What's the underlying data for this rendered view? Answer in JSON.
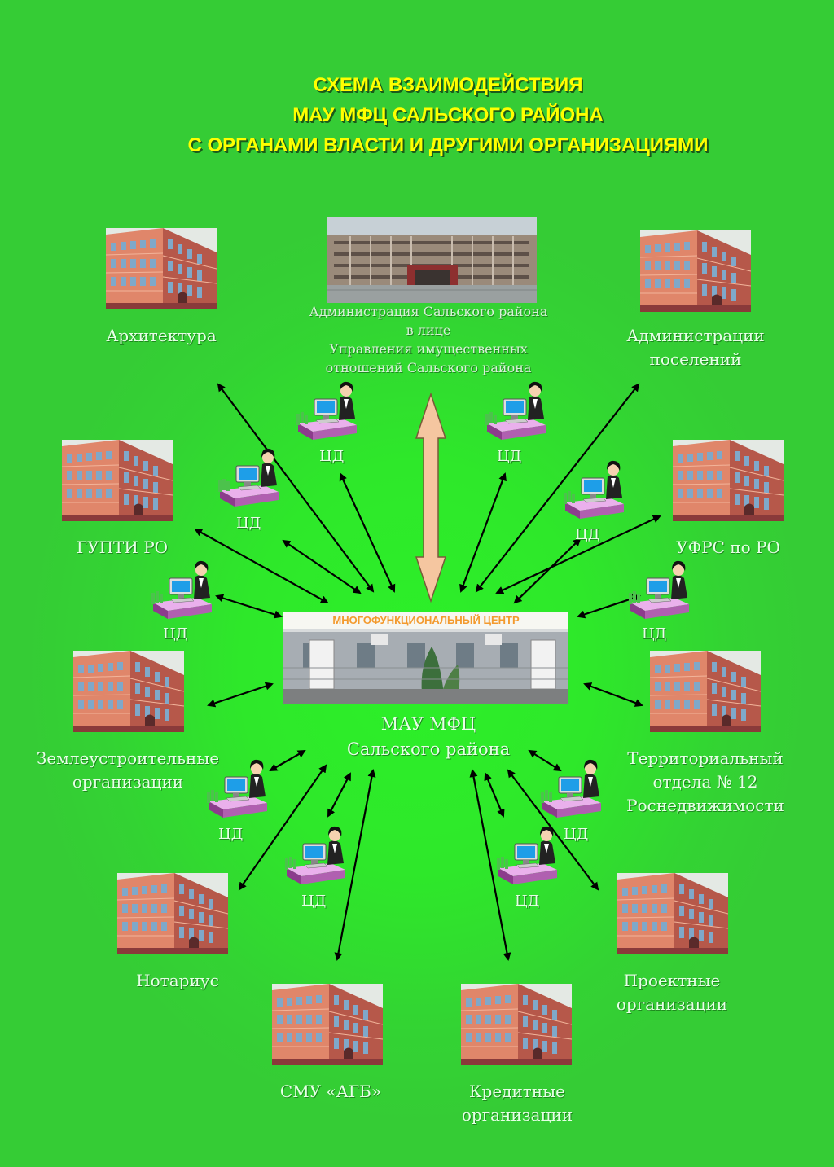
{
  "title": {
    "line1": "СХЕМА ВЗАИМОДЕЙСТВИЯ",
    "line2": "МАУ МФЦ САЛЬСКОГО РАЙОНА",
    "line3": "С ОРГАНАМИ ВЛАСТИ И ДРУГИМИ ОРГАНИЗАЦИЯМИ"
  },
  "admin": {
    "line1": "Администрация Сальского района",
    "line2": "в лице",
    "line3": "Управления  имущественных",
    "line4": "отношений Сальского района"
  },
  "center": {
    "sign": "МНОГОФУНКЦИОНАЛЬНЫЙ   ЦЕНТР",
    "line1": "МАУ МФЦ",
    "line2": "Сальского района"
  },
  "orgs": {
    "architecture": "Архитектура",
    "settlements_1": "Администрации",
    "settlements_2": "поселений",
    "gupti": "ГУПТИ РО",
    "ufrs": "УФРС по РО",
    "land_1": "Землеустроительные",
    "land_2": "организации",
    "rosreestr_1": "Территориальный",
    "rosreestr_2": "отдела № 12",
    "rosreestr_3": "Роснедвижимости",
    "notary": "Нотариус",
    "design_1": "Проектные",
    "design_2": "организации",
    "smu": "СМУ «АГБ»",
    "credit_1": "Кредитные",
    "credit_2": "организации"
  },
  "cd_label": "ЦД",
  "colors": {
    "background": "#2ee82a",
    "title": "#ffff00",
    "label": "#e6ffe6",
    "big_arrow": "#f5c6a0"
  }
}
